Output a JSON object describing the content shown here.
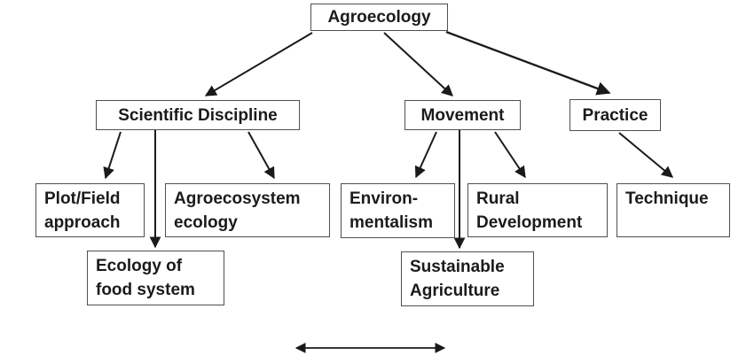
{
  "diagram": {
    "title": "Agroecology concept diagram",
    "nodes": {
      "agroecology": {
        "label": "Agroecology"
      },
      "scientific": {
        "label": "Scientific Discipline"
      },
      "movement": {
        "label": "Movement"
      },
      "practice": {
        "label": "Practice"
      },
      "plot_field": {
        "label": "Plot/Field\napproach"
      },
      "agroecosystem": {
        "label": "Agroecosystem\necology"
      },
      "environmentalism": {
        "label": "Environ-\nmentalism"
      },
      "rural_development": {
        "label": "Rural\nDevelopment"
      },
      "technique": {
        "label": "Technique"
      },
      "ecology_food": {
        "label": "Ecology of\nfood system"
      },
      "sustainable_ag": {
        "label": "Sustainable\nAgriculture"
      }
    },
    "edges": [
      {
        "from": "Agroecology",
        "to": "Scientific Discipline"
      },
      {
        "from": "Agroecology",
        "to": "Movement"
      },
      {
        "from": "Agroecology",
        "to": "Practice"
      },
      {
        "from": "Scientific Discipline",
        "to": "Plot/Field approach"
      },
      {
        "from": "Scientific Discipline",
        "to": "Ecology of food system"
      },
      {
        "from": "Scientific Discipline",
        "to": "Agroecosystem ecology"
      },
      {
        "from": "Movement",
        "to": "Environ-mentalism"
      },
      {
        "from": "Movement",
        "to": "Sustainable Agriculture"
      },
      {
        "from": "Movement",
        "to": "Rural Development"
      },
      {
        "from": "Practice",
        "to": "Technique"
      }
    ],
    "bottom_double_arrow": {
      "description": "horizontal double-headed arrow spanning beneath the tree"
    },
    "colors": {
      "background": "#ffffff",
      "box_border": "#4f4f4f",
      "text": "#1b1b1b",
      "arrow": "#1a1a1a"
    }
  }
}
